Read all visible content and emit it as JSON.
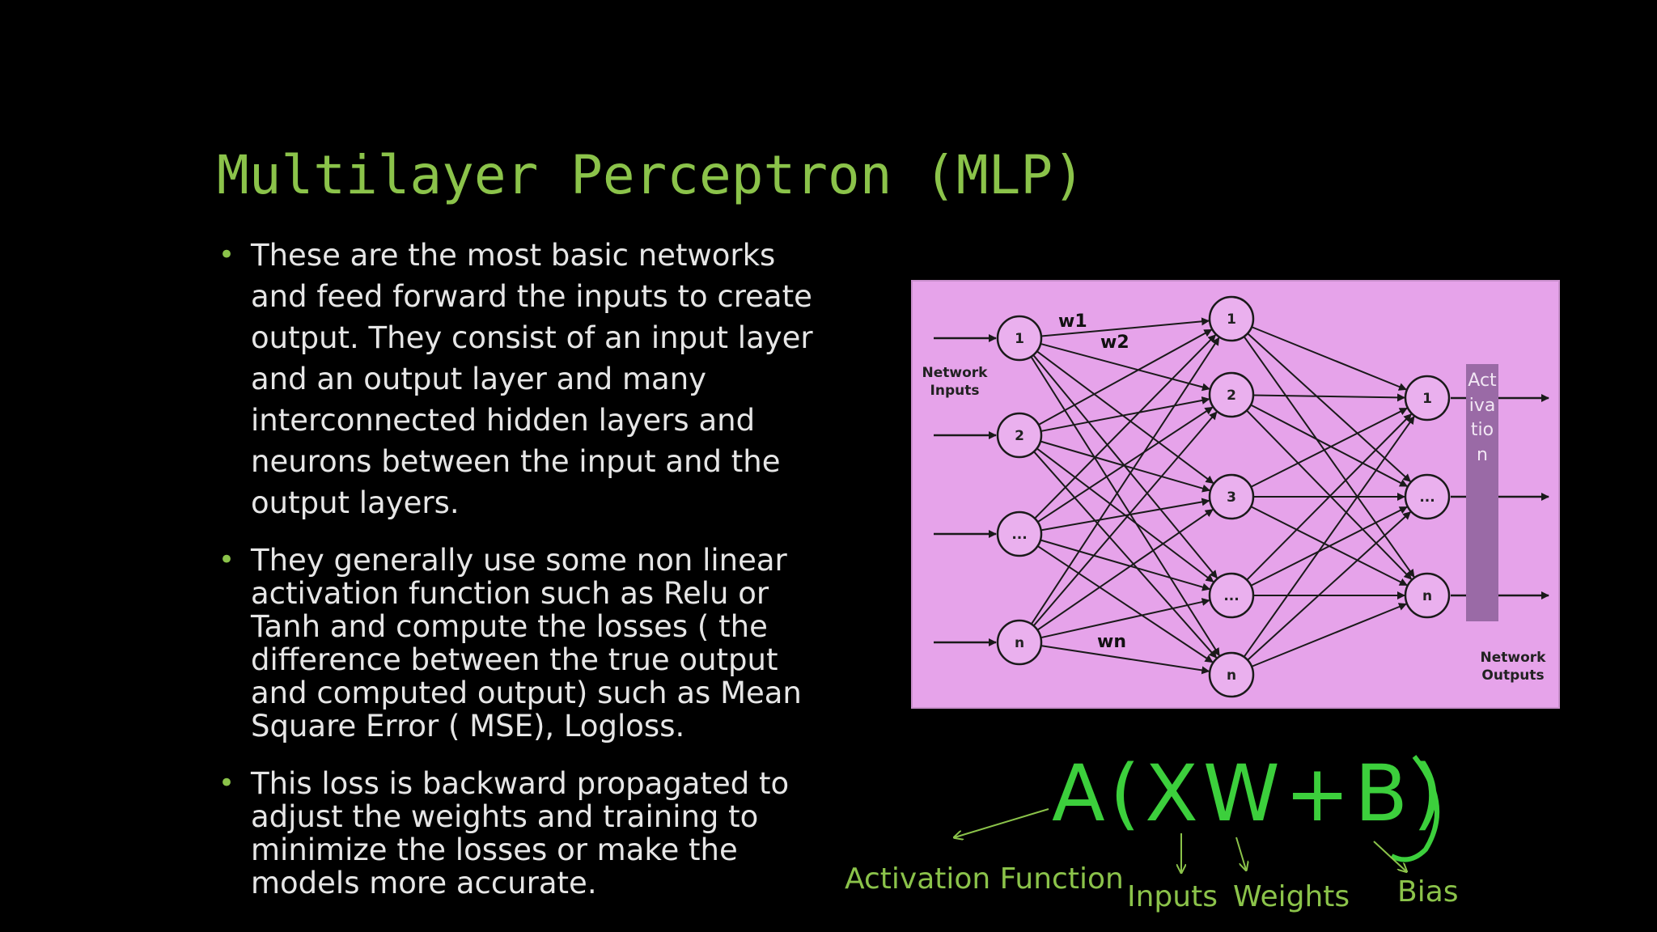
{
  "slide": {
    "title": "Multilayer Perceptron (MLP)",
    "bullets": [
      "These are the most basic networks and feed forward the inputs to create output. They consist of an input layer and an output layer and many interconnected hidden layers and neurons between the input and the output layers.",
      "They generally use some non linear activation function such as Relu or Tanh and compute the losses ( the difference between the true output and computed output) such as Mean Square Error ( MSE), Logloss.",
      "This loss is backward propagated to adjust the weights and training to minimize the losses or make the models more accurate."
    ]
  },
  "diagram": {
    "input_label": "Network Inputs",
    "output_label": "Network Outputs",
    "weight_labels": [
      "w1",
      "w2",
      "wn"
    ],
    "activation_label": "Activation",
    "input_nodes": [
      "1",
      "2",
      "...",
      "n"
    ],
    "hidden_nodes": [
      "1",
      "2",
      "3",
      "...",
      "n"
    ],
    "output_nodes": [
      "1",
      "...",
      "n"
    ]
  },
  "formula": {
    "text": "A(XW+B)",
    "labels": {
      "activation": "Activation Function",
      "inputs": "Inputs",
      "weights": "Weights",
      "bias": "Bias"
    }
  },
  "colors": {
    "background": "#000000",
    "accent": "#8bc34a",
    "diagram_bg": "#e6a3ea",
    "formula": "#3ccf3c"
  }
}
